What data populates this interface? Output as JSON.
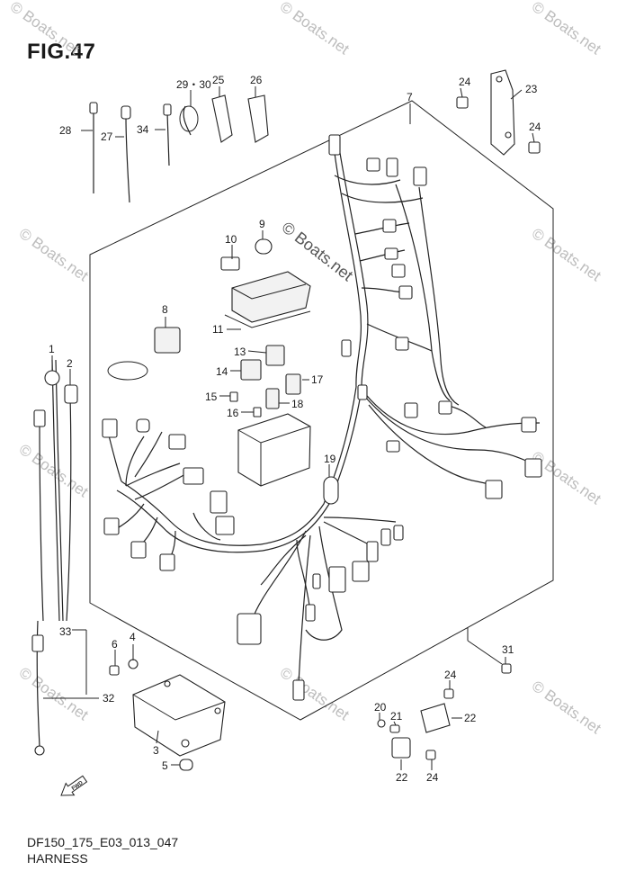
{
  "figure": {
    "title": "FIG.47",
    "code": "DF150_175_E03_013_047",
    "name": "HARNESS",
    "fwd_label": "FWD"
  },
  "watermark": {
    "text": "© Boats.net",
    "color": "#bdbdbd"
  },
  "part_numbers": {
    "p1": "1",
    "p2": "2",
    "p3": "3",
    "p4": "4",
    "p5": "5",
    "p6": "6",
    "p7": "7",
    "p8": "8",
    "p9": "9",
    "p10": "10",
    "p11": "11",
    "p13": "13",
    "p14": "14",
    "p15": "15",
    "p16": "16",
    "p17": "17",
    "p18": "18",
    "p19": "19",
    "p20": "20",
    "p21": "21",
    "p22a": "22",
    "p22b": "22",
    "p23": "23",
    "p24a": "24",
    "p24b": "24",
    "p24c": "24",
    "p24d": "24",
    "p25": "25",
    "p26": "26",
    "p27": "27",
    "p28": "28",
    "p29_30": "29・30",
    "p31": "31",
    "p32": "32",
    "p33": "33",
    "p34": "34"
  }
}
